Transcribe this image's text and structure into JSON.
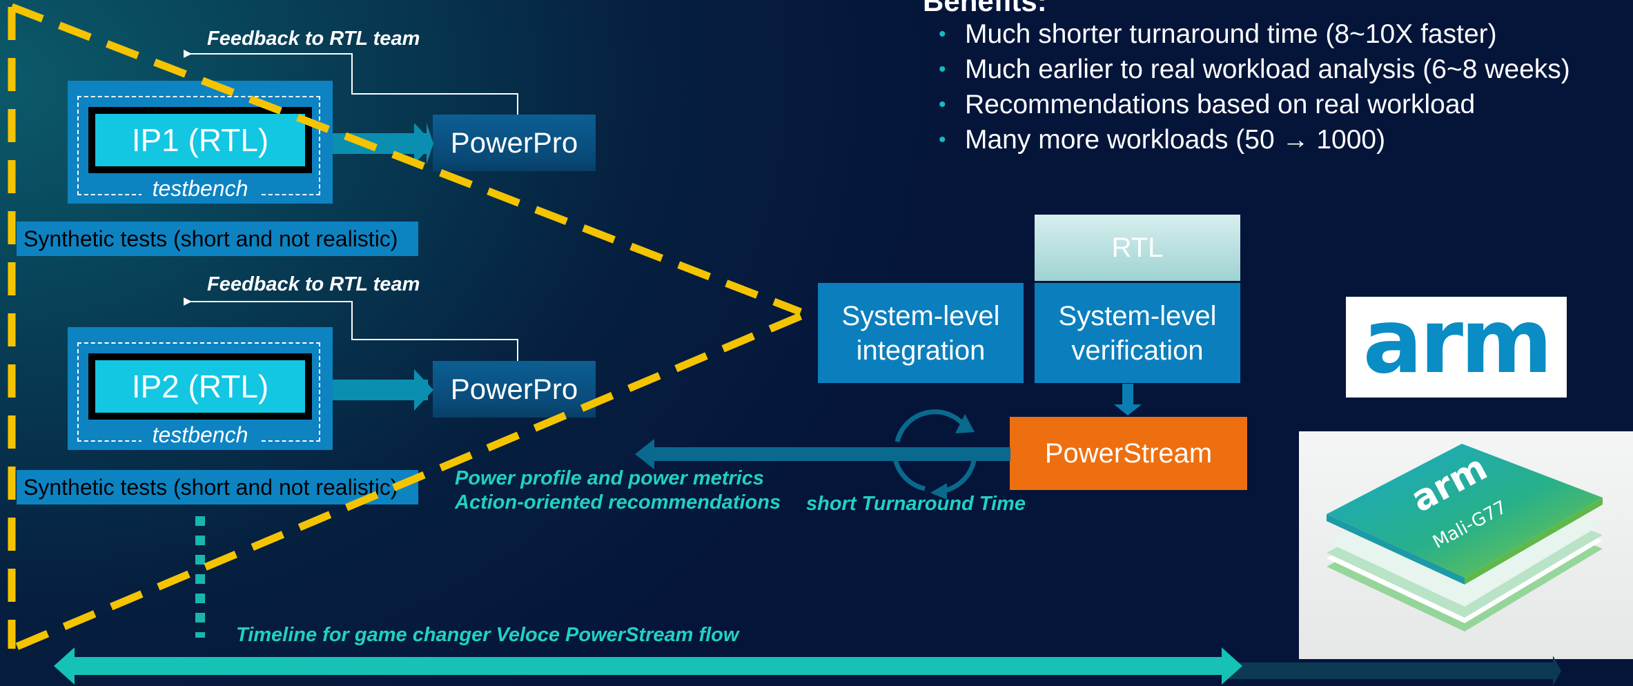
{
  "benefits": {
    "title": "Benefits:",
    "items": [
      "Much shorter turnaround time (8~10X faster)",
      "Much earlier to real workload analysis (6~8 weeks)",
      "Recommendations based on real workload",
      "Many more workloads (50 → 1000)"
    ]
  },
  "ip1": {
    "label": "IP1 (RTL)",
    "testbench": "testbench",
    "powerpro": "PowerPro",
    "feedback": "Feedback to RTL team",
    "synthetic": "Synthetic tests (short and not realistic)"
  },
  "ip2": {
    "label": "IP2 (RTL)",
    "testbench": "testbench",
    "powerpro": "PowerPro",
    "feedback": "Feedback to RTL team",
    "synthetic": "Synthetic tests (short and not realistic)"
  },
  "flow": {
    "system_integration": "System-level integration",
    "system_verification": "System-level verification",
    "rtl": "RTL",
    "powerstream": "PowerStream",
    "power_profile": "Power profile and power metrics",
    "recommendations": "Action-oriented recommendations",
    "turnaround": "short Turnaround Time",
    "timeline": "Timeline for game changer Veloce PowerStream flow"
  },
  "logos": {
    "arm_text": "arm",
    "chip_brand": "arm",
    "chip_model": "Mali-G77"
  },
  "colors": {
    "dashed_line": "#f5c400",
    "teal_text": "#21d1c2",
    "powerstream": "#ee6f10",
    "ip_blue": "#0d83c2",
    "ip_inner": "#13c6e2"
  }
}
